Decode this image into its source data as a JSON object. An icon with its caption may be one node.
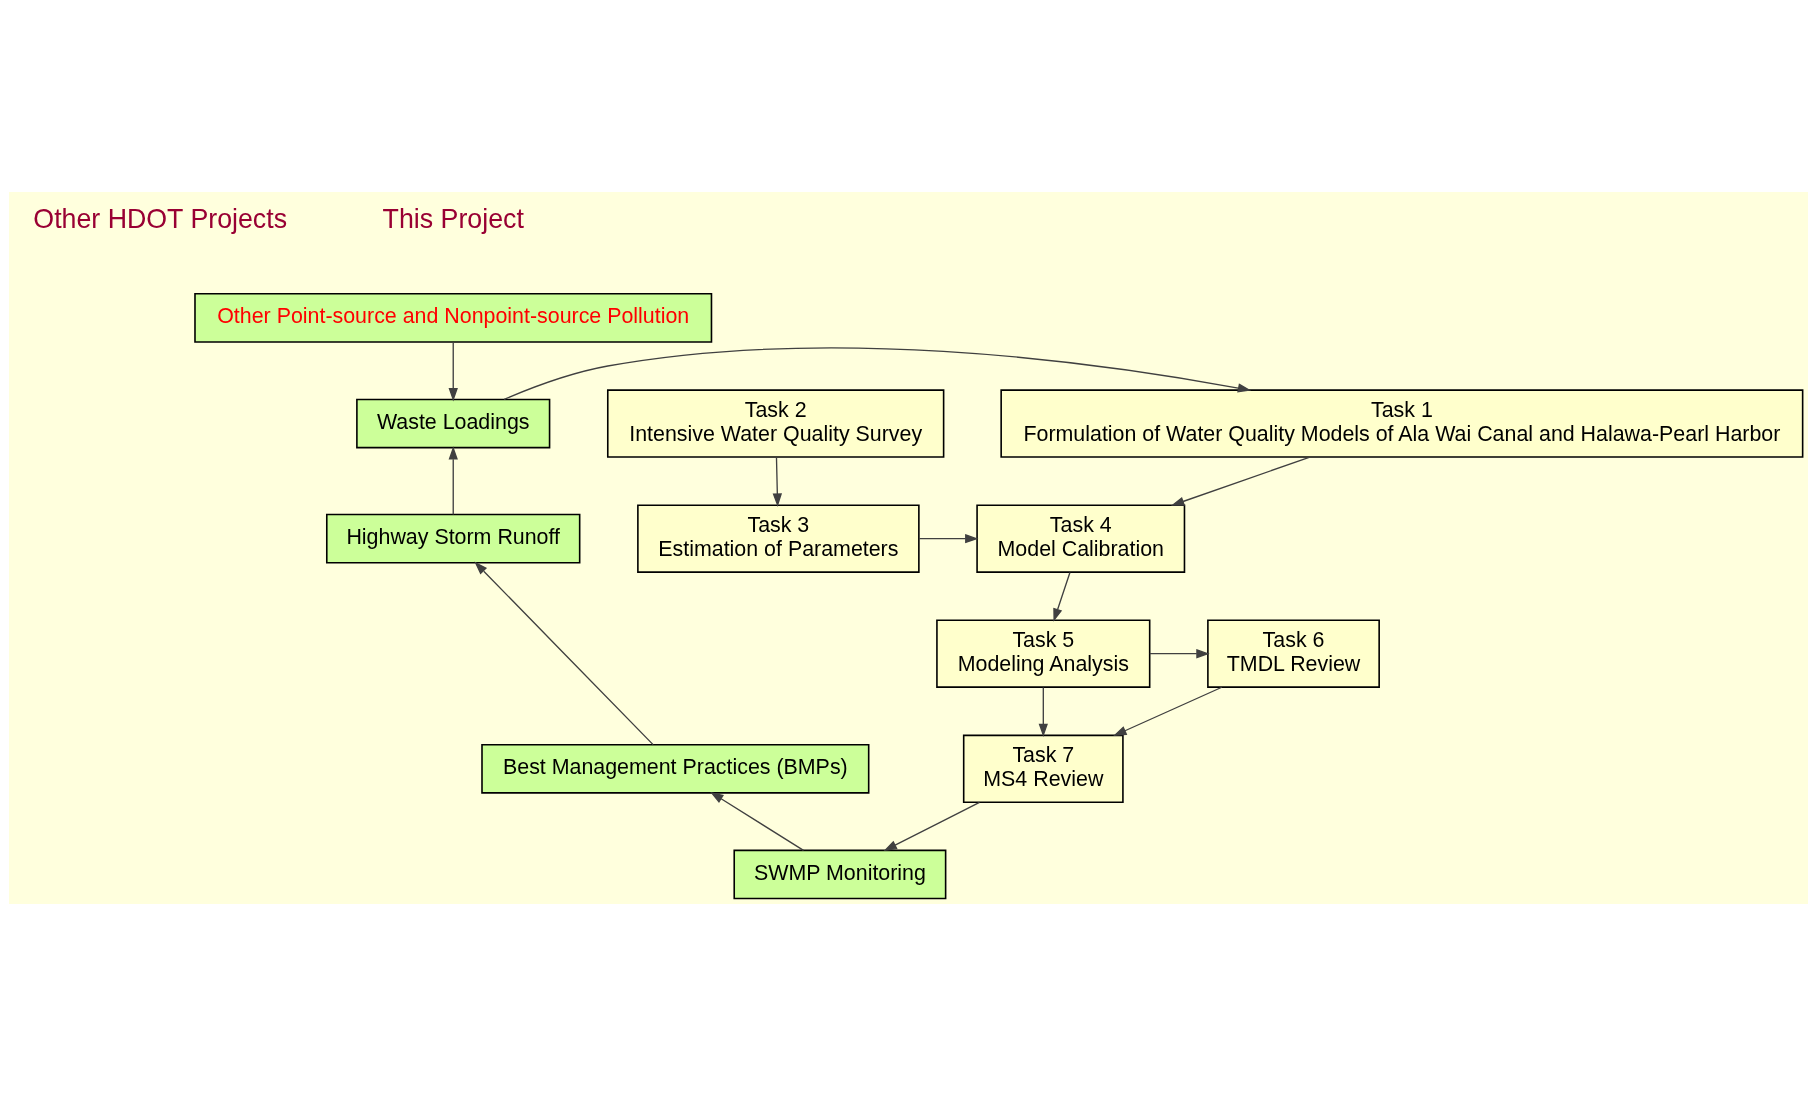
{
  "diagram": {
    "nodes": [
      {
        "text": [
          "Other Point-source and Nonpoint-source Pollution"
        ]
      },
      {
        "text": [
          "Waste Loadings"
        ]
      },
      {
        "text": [
          "Task 1",
          "Formulation of Water Quality Models of Ala Wai Canal and Halawa-Pearl Harbor"
        ]
      },
      {
        "text": [
          "Task 2",
          "Intensive Water Quality Survey"
        ]
      },
      {
        "text": [
          "Highway Storm Runoff"
        ]
      },
      {
        "text": [
          "Task 4",
          "Model Calibration"
        ]
      },
      {
        "text": [
          "Task 3",
          "Estimation of Parameters"
        ]
      },
      {
        "text": [
          "Task 5",
          "Modeling Analysis"
        ]
      },
      {
        "text": [
          "Task 6",
          "TMDL Review"
        ]
      },
      {
        "text": [
          "Best Management Practices (BMPs)"
        ]
      },
      {
        "text": [
          "SWMP Monitoring"
        ]
      },
      {
        "text": [
          "Task 7",
          "MS4 Review"
        ]
      }
    ],
    "edges": [
      {
        "from": 0,
        "to": 1,
        "arrow": "to"
      },
      {
        "from": 4,
        "to": 1,
        "arrow": "to"
      },
      {
        "from": 1,
        "to": 2,
        "arrow": "to"
      },
      {
        "from": 2,
        "to": 5,
        "arrow": "to"
      },
      {
        "from": 3,
        "to": 6,
        "arrow": "to"
      },
      {
        "from": 6,
        "to": 5,
        "arrow": "to"
      },
      {
        "from": 5,
        "to": 7,
        "arrow": "to"
      },
      {
        "from": 7,
        "to": 8,
        "arrow": "to"
      },
      {
        "from": 7,
        "to": 11,
        "arrow": "to"
      },
      {
        "from": 8,
        "to": 11,
        "arrow": "to"
      },
      {
        "from": 11,
        "to": 10,
        "arrow": "to"
      },
      {
        "from": 10,
        "to": 9,
        "arrow": "to"
      },
      {
        "from": 9,
        "to": 4,
        "arrow": "to"
      }
    ],
    "labels": [
      "Other HDOT Projects",
      "This Project"
    ]
  }
}
